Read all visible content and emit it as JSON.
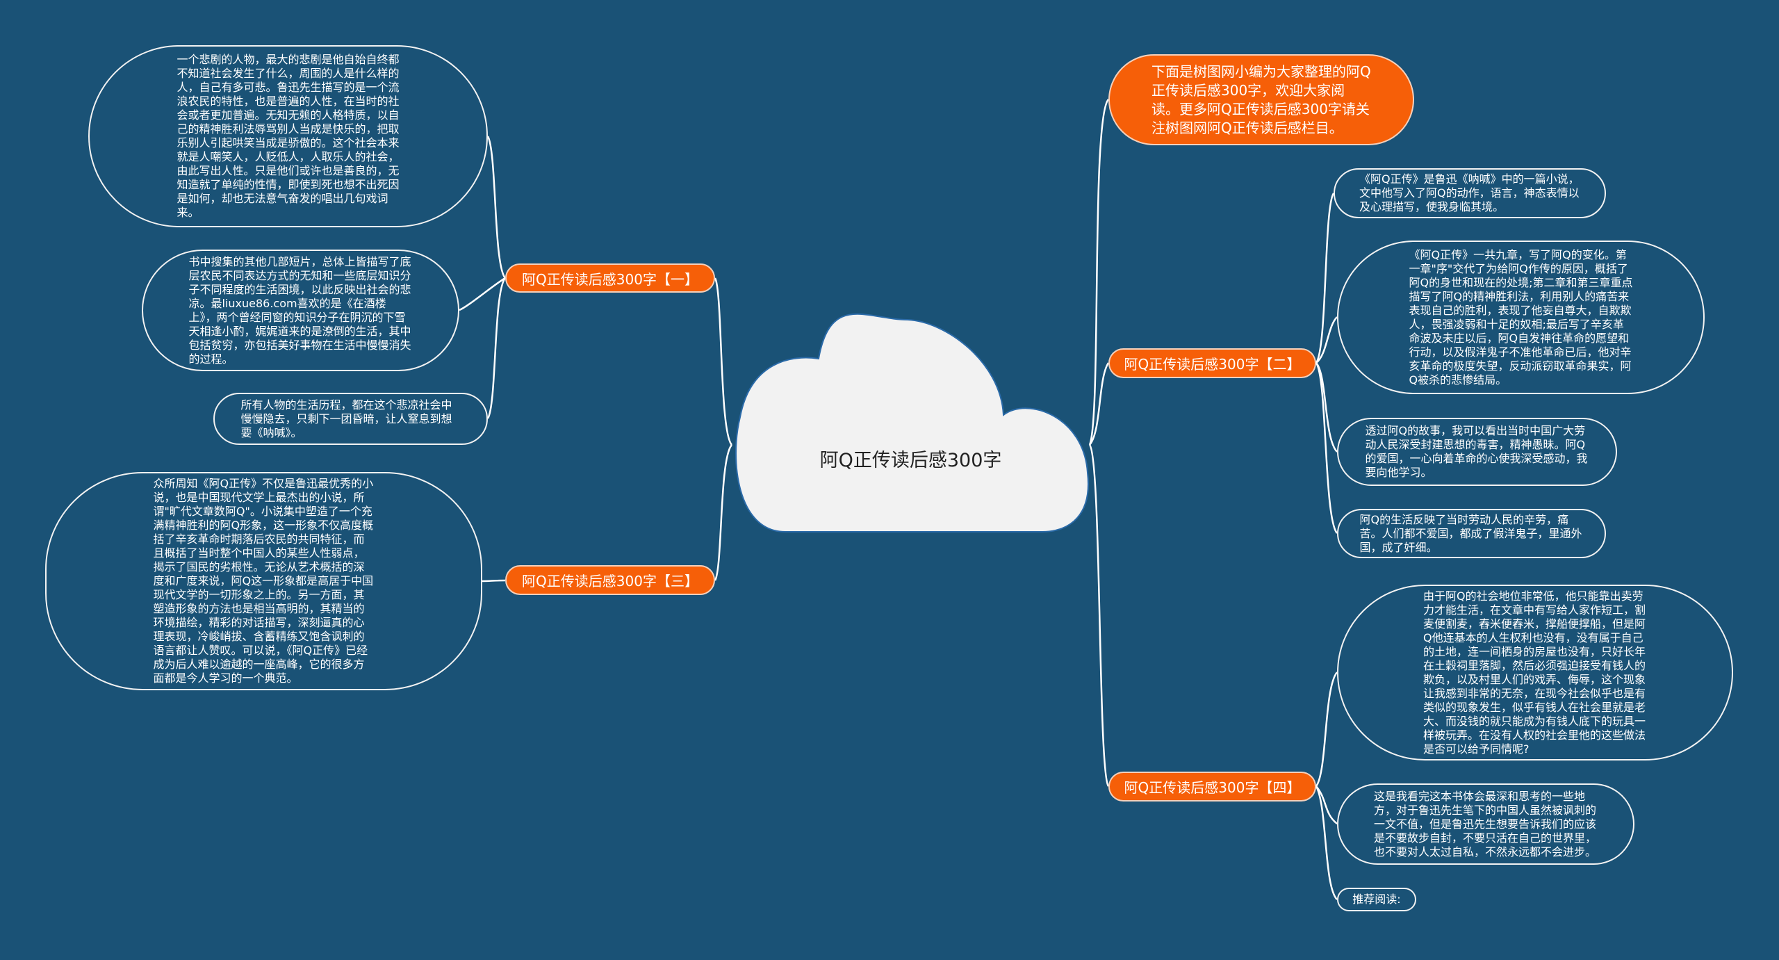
{
  "center": {
    "title": "阿Q正传读后感300字"
  },
  "intro": {
    "text": "下面是树图网小编为大家整理的阿Q正传读后感300字，欢迎大家阅读。更多阿Q正传读后感300字请关注树图网阿Q正传读后感栏目。"
  },
  "branches": [
    {
      "label": "阿Q正传读后感300字【一】"
    },
    {
      "label": "阿Q正传读后感300字【二】"
    },
    {
      "label": "阿Q正传读后感300字【三】"
    },
    {
      "label": "阿Q正传读后感300字【四】"
    }
  ],
  "leaves": {
    "b1": [
      "一个悲剧的人物，最大的悲剧是他自始自终都不知道社会发生了什么，周围的人是什么样的人，自己有多可悲。鲁迅先生描写的是一个流浪农民的特性，也是普遍的人性，在当时的社会或者更加普遍。无知无赖的人格特质，以自己的精神胜利法辱骂别人当成是快乐的，把取乐别人引起哄笑当成是骄傲的。这个社会本来就是人嘲笑人，人贬低人，人取乐人的社会，由此写出人性。只是他们或许也是善良的，无知造就了单纯的性情，即使到死也想不出死因是如何，却也无法意气奋发的唱出几句戏词来。",
      "书中搜集的其他几部短片，总体上皆描写了底层农民不同表达方式的无知和一些底层知识分子不同程度的生活困境，以此反映出社会的悲凉。最liuxue86.com喜欢的是《在酒楼上》，两个曾经同窗的知识分子在阴沉的下雪天相逢小酌，娓娓道来的是潦倒的生活，其中包括贫穷，亦包括美好事物在生活中慢慢消失的过程。",
      "所有人物的生活历程，都在这个悲凉社会中慢慢隐去，只剩下一团昏暗，让人窒息到想要《呐喊》。"
    ],
    "b2": [
      "《阿Q正传》是鲁迅《呐喊》中的一篇小说，文中他写入了阿Q的动作，语言，神态表情以及心理描写，使我身临其境。",
      "《阿Q正传》一共九章，写了阿Q的变化。第一章\"序\"交代了为给阿Q作传的原因，概括了阿Q的身世和现在的处境;第二章和第三章重点描写了阿Q的精神胜利法，利用别人的痛苦来表现自己的胜利，表现了他妄自尊大，自欺欺人，畏强凌弱和十足的奴相;最后写了辛亥革命波及未庄以后，阿Q自发神往革命的愿望和行动，以及假洋鬼子不准他革命已后，他对辛亥革命的极度失望，反动派窃取革命果实，阿Q被杀的悲惨结局。",
      "透过阿Q的故事，我可以看出当时中国广大劳动人民深受封建思想的毒害，精神愚昧。阿Q的爱国，一心向着革命的心使我深受感动，我要向他学习。",
      "阿Q的生活反映了当时劳动人民的辛劳，痛苦。人们都不爱国，都成了假洋鬼子，里通外国，成了奸细。"
    ],
    "b3": [
      "众所周知《阿Q正传》不仅是鲁迅最优秀的小说，也是中国现代文学上最杰出的小说，所谓\"旷代文章数阿Q\"。小说集中塑造了一个充满精神胜利的阿Q形象，这一形象不仅高度概括了辛亥革命时期落后农民的共同特征，而且概括了当时整个中国人的某些人性弱点，揭示了国民的劣根性。无论从艺术概括的深度和广度来说，阿Q这一形象都是高居于中国现代文学的一切形象之上的。另一方面，其塑造形象的方法也是相当高明的，其精当的环境描绘，精彩的对话描写，深刻逼真的心理表现，冷峻峭拔、含蓄精练又饱含讽刺的语言都让人赞叹。可以说，《阿Q正传》已经成为后人难以逾越的一座高峰，它的很多方面都是今人学习的一个典范。"
    ],
    "b4": [
      "由于阿Q的社会地位非常低，他只能靠出卖劳力才能生活，在文章中有写给人家作短工，割麦便割麦，舂米便舂米，撑船便撑船，但是阿Q他连基本的人生权利也没有，没有属于自己的土地，连一间栖身的房屋也没有，只好长年在土穀祠里落脚，然后必须强迫接受有钱人的欺负，以及村里人们的戏弄、侮辱，这个现象让我感到非常的无奈，在现今社会似乎也是有类似的现象发生，似乎有钱人在社会里就是老大、而没钱的就只能成为有钱人底下的玩具一样被玩弄。在没有人权的社会里他的这些做法是否可以给予同情呢?",
      "这是我看完这本书体会最深和思考的一些地方，对于鲁迅先生笔下的中国人虽然被讽刺的一文不值，但是鲁迅先生想要告诉我们的应该是不要故步自封，不要只活在自己的世界里，也不要对人太过自私，不然永远都不会进步。",
      "推荐阅读:"
    ]
  },
  "colors": {
    "background": "#1a5276",
    "accent": "#f65f08",
    "cloud": "#f2f2f2",
    "line": "#ffffff"
  }
}
